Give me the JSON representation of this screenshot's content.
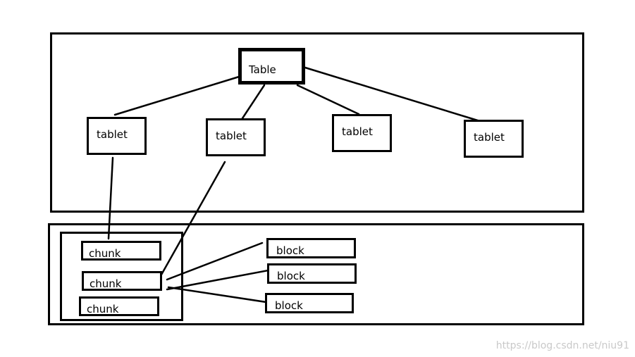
{
  "diagram": {
    "table": {
      "label": "Table"
    },
    "tablets": [
      {
        "label": "tablet"
      },
      {
        "label": "tablet"
      },
      {
        "label": "tablet"
      },
      {
        "label": "tablet"
      }
    ],
    "chunks": [
      {
        "label": "chunk"
      },
      {
        "label": "chunk"
      },
      {
        "label": "chunk"
      }
    ],
    "blocks": [
      {
        "label": "block"
      },
      {
        "label": "block"
      },
      {
        "label": "block"
      }
    ]
  },
  "watermark": "https://blog.csdn.net/niu91"
}
